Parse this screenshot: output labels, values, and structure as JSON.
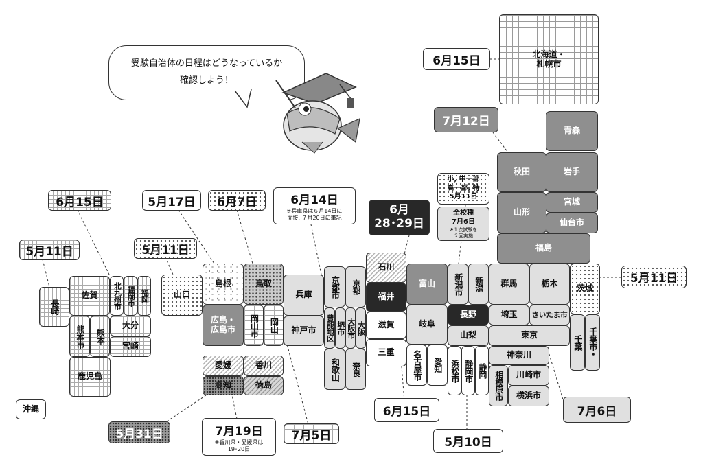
{
  "bubble": {
    "line1": "受験自治体の日程はどうなっているか",
    "line2": "確認しよう！"
  },
  "prefectures": {
    "hokkaido": "北海道・\n札幌市",
    "aomori": "青森",
    "akita": "秋田",
    "iwate": "岩手",
    "miyagi": "宮城",
    "sendai": "仙台市",
    "yamagata": "山形",
    "fukushima": "福島",
    "niigata_city": "新潟市",
    "niigata": "新潟",
    "gunma": "群馬",
    "tochigi": "栃木",
    "ibaraki": "茨城",
    "saitama": "埼玉",
    "saitama_city": "さいたま市",
    "chiba": "千葉",
    "chiba_city": "千葉市・",
    "tokyo": "東京",
    "kanagawa": "神奈川",
    "sagamihara": "相模原市",
    "kawasaki": "川崎市",
    "yokohama": "横浜市",
    "ishikawa": "石川",
    "toyama": "富山",
    "fukui": "福井",
    "nagano": "長野",
    "yamanashi": "山梨",
    "gifu": "岐阜",
    "shiga": "滋賀",
    "mie": "三重",
    "nagoya": "名古屋市",
    "aichi": "愛知",
    "hamamatsu": "浜松市",
    "shizuoka_city": "静岡市",
    "shizuoka": "静岡",
    "kyoto_city": "京都市",
    "kyoto": "京都",
    "toyono": "豊能地区",
    "sakai": "堺市",
    "osaka_city": "大阪市",
    "osaka": "大阪",
    "wakayama": "和歌山",
    "nara": "奈良",
    "hyogo": "兵庫",
    "kobe": "神戸市",
    "shimane": "島根",
    "tottori": "鳥取",
    "hiroshima": "広島・\n広島市",
    "okayama_city": "岡山市",
    "okayama": "岡山",
    "yamaguchi": "山口",
    "ehime": "愛媛",
    "kagawa": "香川",
    "kochi": "高知",
    "tokushima": "徳島",
    "saga": "佐賀",
    "kitakyushu": "北九州市",
    "fukuoka_city": "福岡市",
    "fukuoka": "福岡",
    "nagasaki": "長崎",
    "kumamoto_city": "熊本市",
    "kumamoto": "熊本",
    "oita": "大分",
    "miyazaki": "宮崎",
    "kagoshima": "鹿児島",
    "okinawa": "沖縄"
  },
  "dates": {
    "hokkaido": "6月15日",
    "tohoku": "7月12日",
    "niigata_note": "小, 中一部\n高一部, 特\n5月11日",
    "niigata_main": "全校種\n7月6日",
    "niigata_sub": "※１次試験を\n２回実施",
    "fukui": "6月\n28･29日",
    "hyogo": "6月14日",
    "hyogo_note": "※兵庫県は６月14日に\n面接, ７月20日に筆記",
    "tottori": "6月7日",
    "shimane": "5月17日",
    "yamaguchi": "5月11日",
    "kyushu_n": "6月15日",
    "nagasaki": "5月11日",
    "ibaraki": "5月11日",
    "chiba": "7月6日",
    "shizuoka": "5月10日",
    "aichi": "6月15日",
    "okayama": "7月5日",
    "shikoku": "7月19日",
    "shikoku_note": "※香川県・愛媛県は\n19･20日",
    "kochi": "5月31日"
  }
}
